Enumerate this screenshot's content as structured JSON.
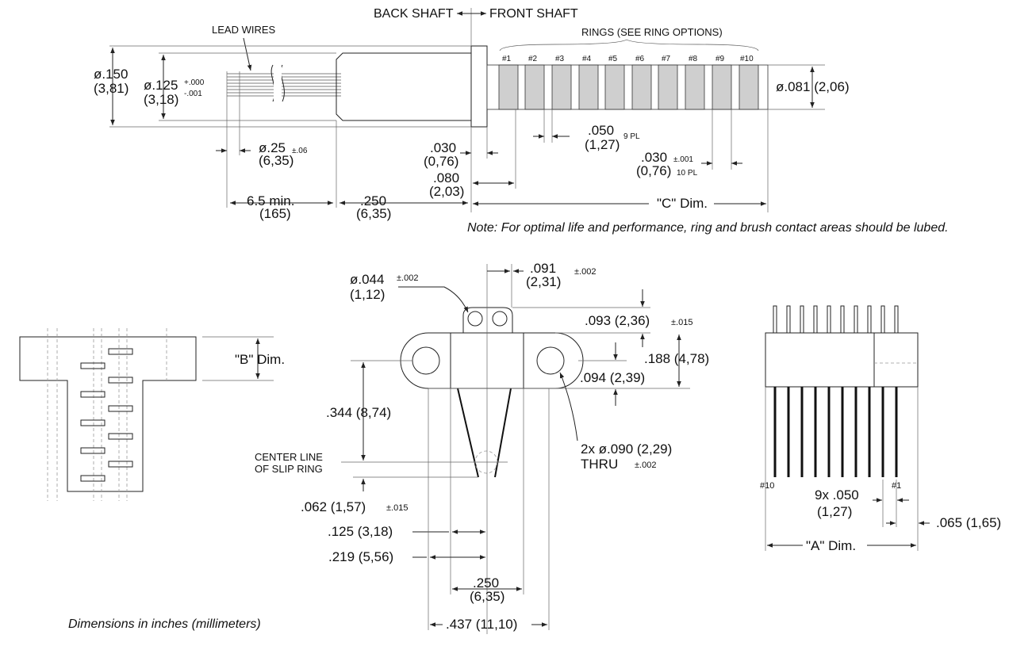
{
  "top": {
    "back_shaft": "BACK SHAFT",
    "front_shaft": "FRONT SHAFT",
    "lead_wires": "LEAD WIRES",
    "rings_label": "RINGS (SEE RING OPTIONS)",
    "ring_numbers": [
      "#1",
      "#2",
      "#3",
      "#4",
      "#5",
      "#6",
      "#7",
      "#8",
      "#9",
      "#10"
    ],
    "dia150": "ø.150",
    "dia150_mm": "(3,81)",
    "dia125": "ø.125",
    "dia125_tol_up": "+.000",
    "dia125_tol_dn": "-.001",
    "dia125_mm": "(3,18)",
    "dia081": "ø.081 (2,06)",
    "dia25": "ø.25",
    "dia25_tol": "±.06",
    "dia25_mm": "(6,35)",
    "d030": ".030",
    "d030_mm": "(0,76)",
    "d080": ".080",
    "d080_mm": "(2,03)",
    "d050": ".050",
    "d050_pl": "9 PL",
    "d050_mm": "(1,27)",
    "d030b": ".030",
    "d030b_tol": "±.001",
    "d030b_mm": "(0,76)",
    "d030b_pl": "10 PL",
    "d65": "6.5 min.",
    "d65_mm": "(165)",
    "d250": ".250",
    "d250_mm": "(6,35)",
    "c_dim": "\"C\" Dim.",
    "note": "Note: For optimal life and performance, ring and brush contact areas should be lubed."
  },
  "left": {
    "b_dim": "\"B\" Dim."
  },
  "center": {
    "dia044": "ø.044",
    "dia044_tol": "±.002",
    "dia044_mm": "(1,12)",
    "d091": ".091",
    "d091_tol": "±.002",
    "d091_mm": "(2,31)",
    "d093": ".093 (2,36)",
    "d093_tol": "±.015",
    "d188": ".188 (4,78)",
    "d094": ".094 (2,39)",
    "d344": ".344 (8,74)",
    "hole": "2x ø.090 (2,29)",
    "thru": "THRU",
    "thru_tol": "±.002",
    "centerline_1": "CENTER LINE",
    "centerline_2": "OF SLIP RING",
    "d062": ".062 (1,57)",
    "d062_tol": "±.015",
    "d125": ".125 (3,18)",
    "d219": ".219 (5,56)",
    "d250": ".250",
    "d250_mm": "(6,35)",
    "d437": ".437 (11,10)"
  },
  "right": {
    "pin10": "#10",
    "pin1": "#1",
    "pitch": "9x .050",
    "pitch_mm": "(1,27)",
    "d065": ".065 (1,65)",
    "a_dim": "\"A\" Dim."
  },
  "footer": {
    "units": "Dimensions in inches (millimeters)"
  }
}
